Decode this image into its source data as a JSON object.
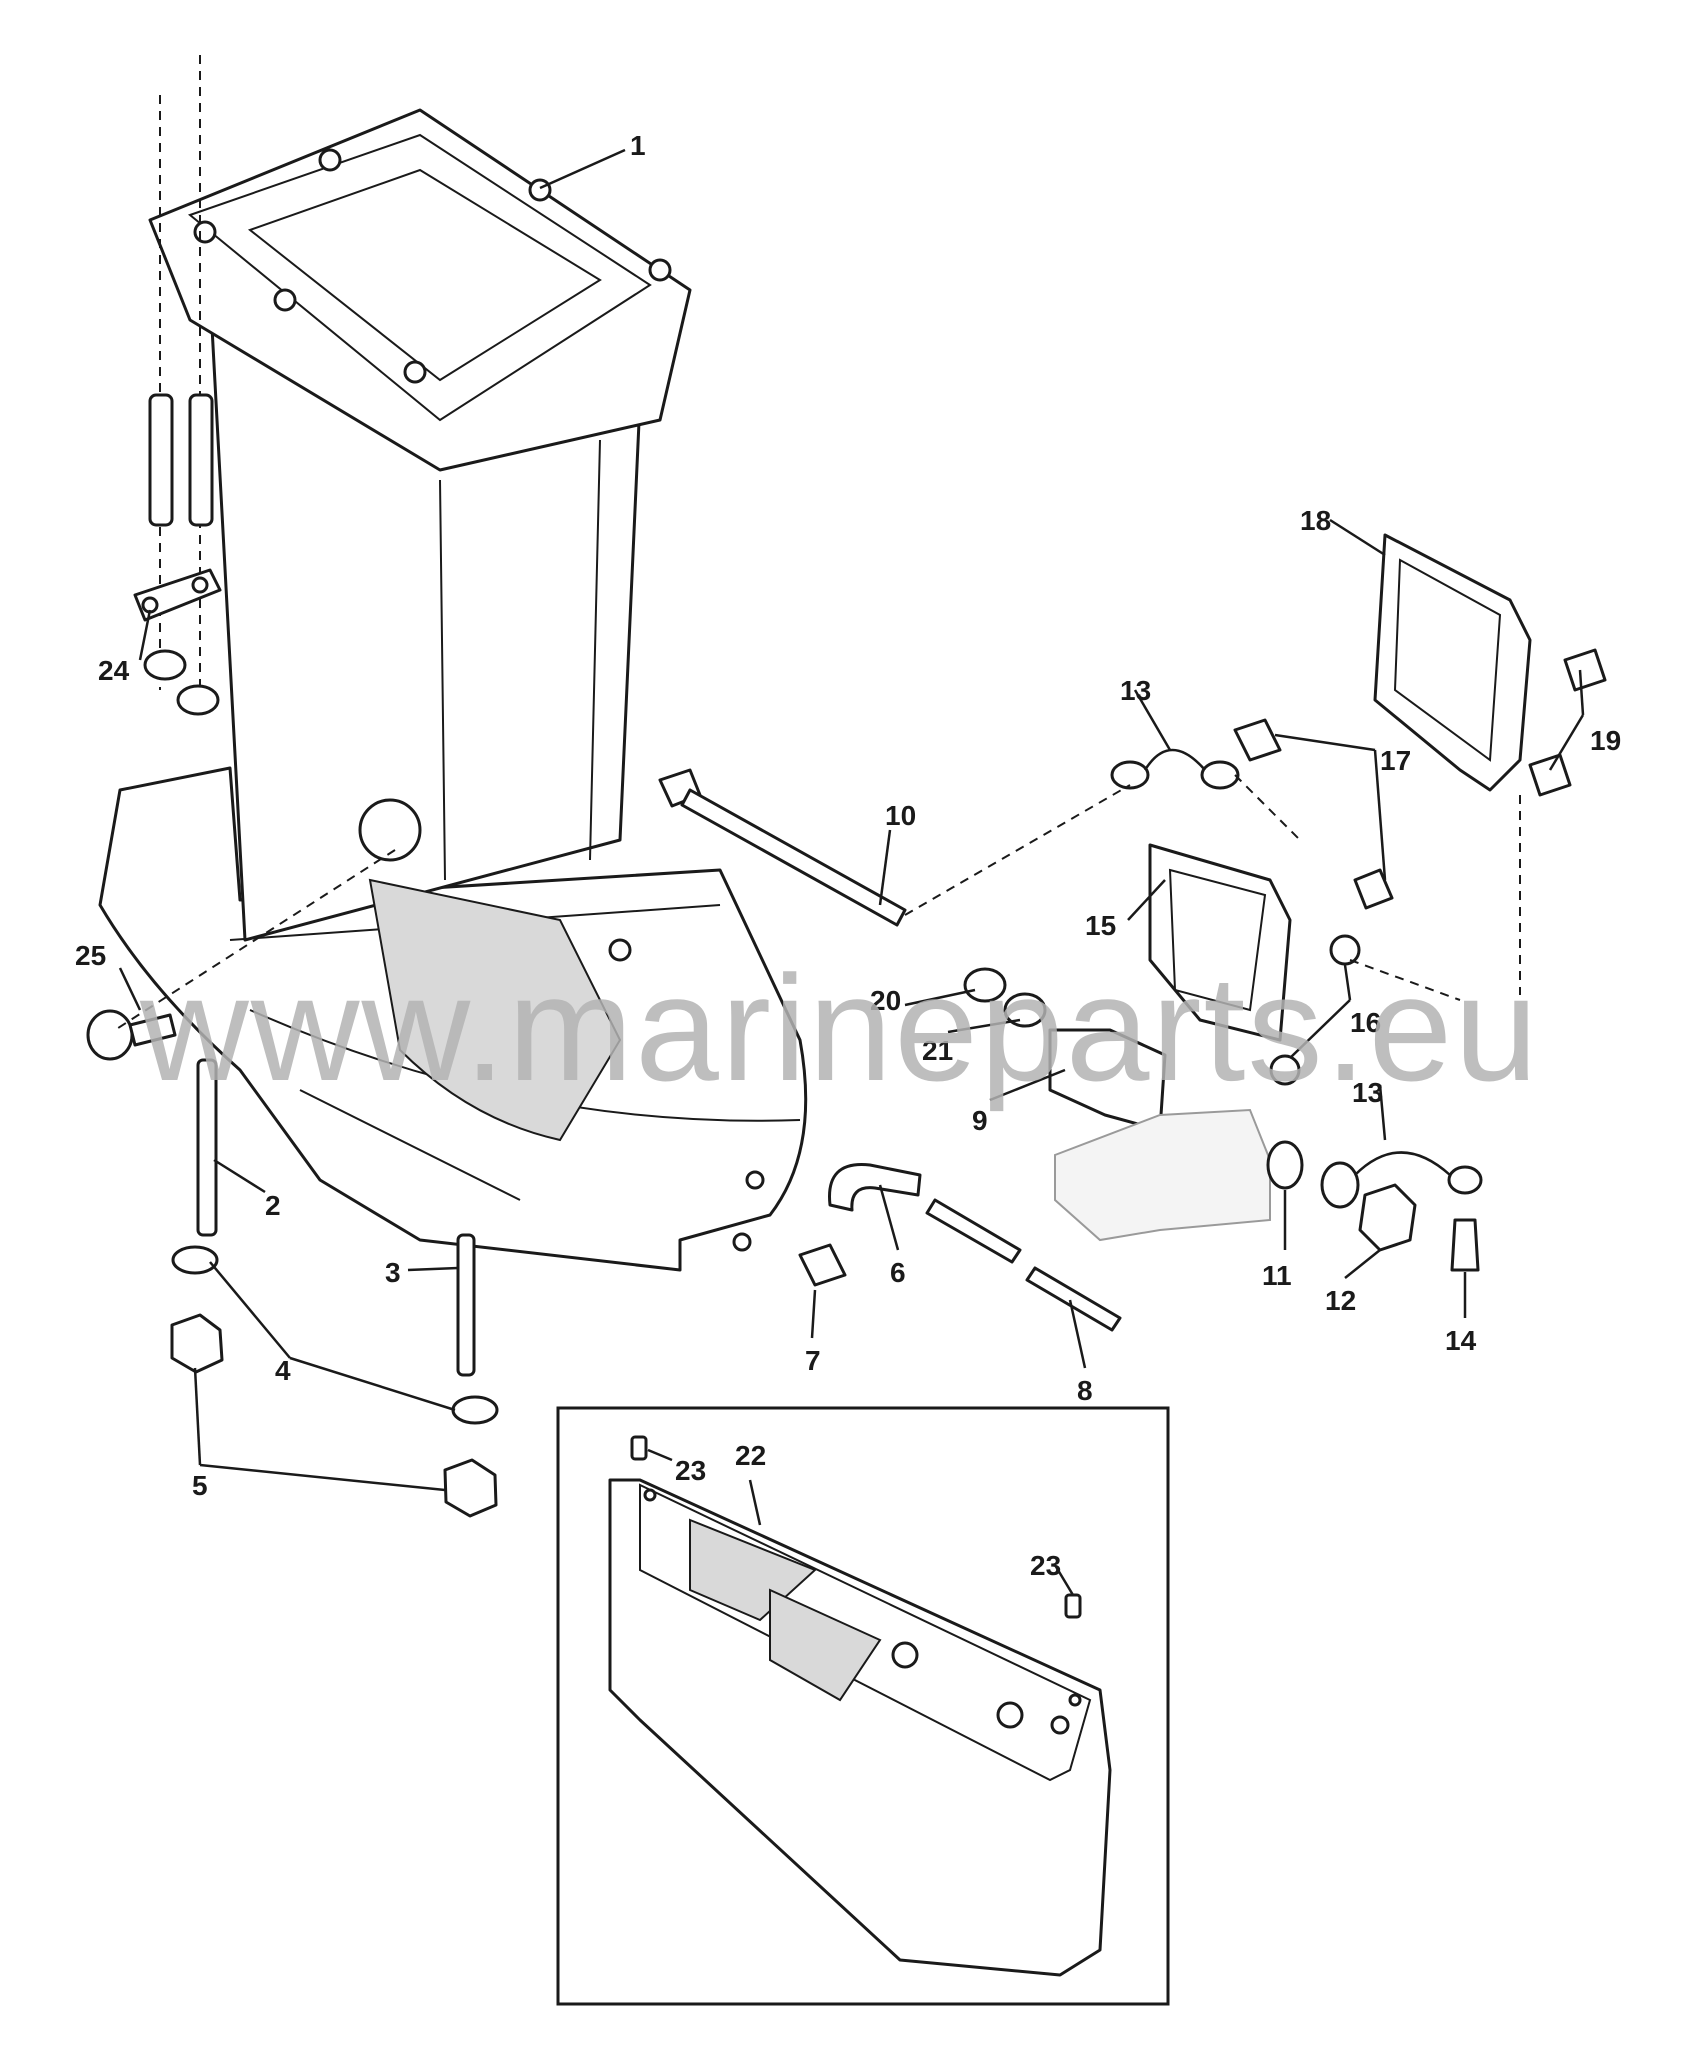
{
  "watermark": "www.marineparts.eu",
  "callouts": [
    {
      "id": "c1",
      "text": "1"
    },
    {
      "id": "c2",
      "text": "2"
    },
    {
      "id": "c3",
      "text": "3"
    },
    {
      "id": "c4",
      "text": "4"
    },
    {
      "id": "c5",
      "text": "5"
    },
    {
      "id": "c6",
      "text": "6"
    },
    {
      "id": "c7",
      "text": "7"
    },
    {
      "id": "c8",
      "text": "8"
    },
    {
      "id": "c9",
      "text": "9"
    },
    {
      "id": "c10",
      "text": "10"
    },
    {
      "id": "c11",
      "text": "11"
    },
    {
      "id": "c12",
      "text": "12"
    },
    {
      "id": "c13a",
      "text": "13"
    },
    {
      "id": "c13b",
      "text": "13"
    },
    {
      "id": "c14",
      "text": "14"
    },
    {
      "id": "c15",
      "text": "15"
    },
    {
      "id": "c16",
      "text": "16"
    },
    {
      "id": "c17",
      "text": "17"
    },
    {
      "id": "c18",
      "text": "18"
    },
    {
      "id": "c19",
      "text": "19"
    },
    {
      "id": "c20",
      "text": "20"
    },
    {
      "id": "c21",
      "text": "21"
    },
    {
      "id": "c22",
      "text": "22"
    },
    {
      "id": "c23a",
      "text": "23"
    },
    {
      "id": "c23b",
      "text": "23"
    },
    {
      "id": "c24",
      "text": "24"
    },
    {
      "id": "c25",
      "text": "25"
    }
  ]
}
